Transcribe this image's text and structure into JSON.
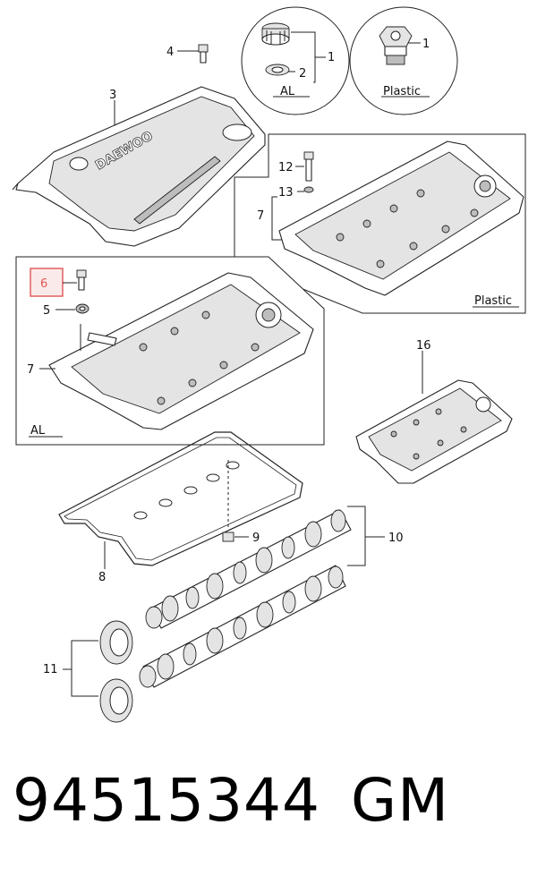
{
  "callouts": {
    "c1a": "1",
    "c2": "2",
    "c1b": "1",
    "c3": "3",
    "c4": "4",
    "c12": "12",
    "c13": "13",
    "c7a": "7",
    "c6": "6",
    "c5": "5",
    "c7b": "7",
    "c16": "16",
    "c9": "9",
    "c10": "10",
    "c8": "8",
    "c11": "11"
  },
  "box_labels": {
    "detail_al": "AL",
    "detail_plastic": "Plastic",
    "cover_plastic": "Plastic",
    "cover_al": "AL"
  },
  "cover_logo": "DAEWOO",
  "highlighted_callout": "6",
  "highlight_color": "#e05555",
  "footer": {
    "part_number": "94515344",
    "brand": "GM"
  }
}
